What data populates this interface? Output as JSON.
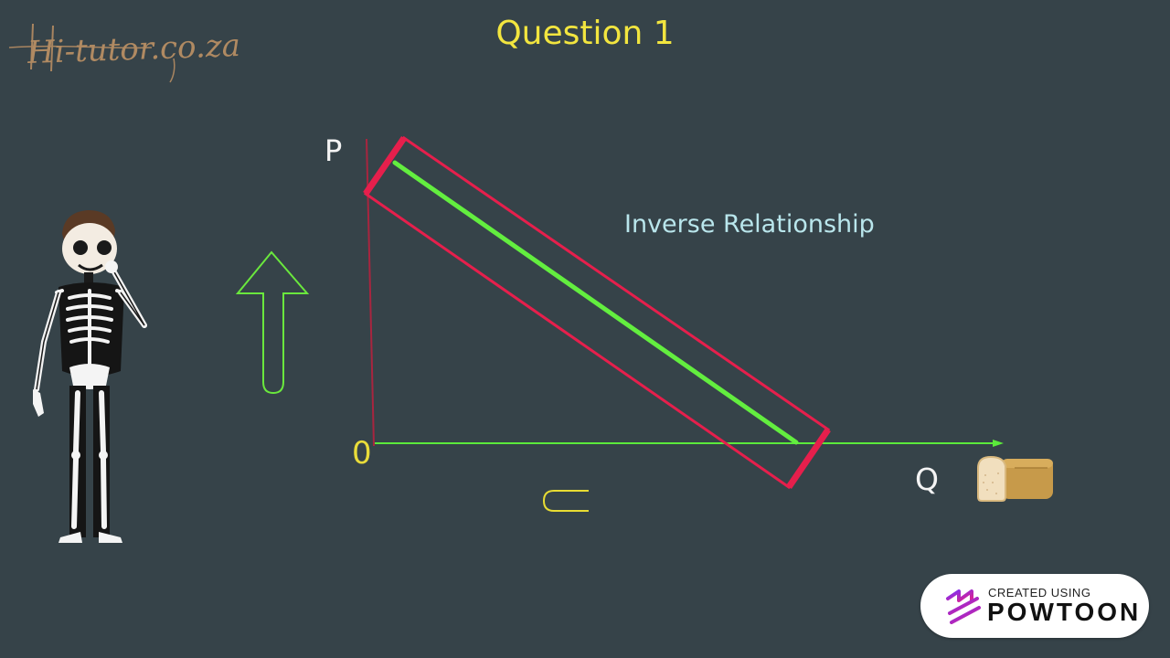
{
  "logo": {
    "text": "Hi-tutor.co.za"
  },
  "title": "Question 1",
  "axes": {
    "y_label": "P",
    "x_label": "Q",
    "origin_label": "0"
  },
  "annotation": "Inverse Relationship",
  "badge": {
    "small_text": "CREATED USING",
    "brand_text": "POWTOON"
  },
  "icons": {
    "arrow": "up-arrow-icon",
    "reverse_arrow": "curved-arrow-icon",
    "character": "skeleton-character",
    "product": "bread-loaf-icon"
  },
  "colors": {
    "background": "#364349",
    "title": "#f2e53f",
    "demand_line": "#63ee3f",
    "highlight_box": "#e61f4c",
    "y_axis": "#a8253f",
    "x_axis": "#5bea3b",
    "annotation": "#b9e6ec",
    "arrow_outline": "#6ae83d",
    "reverse_arrow": "#e8dc33"
  }
}
